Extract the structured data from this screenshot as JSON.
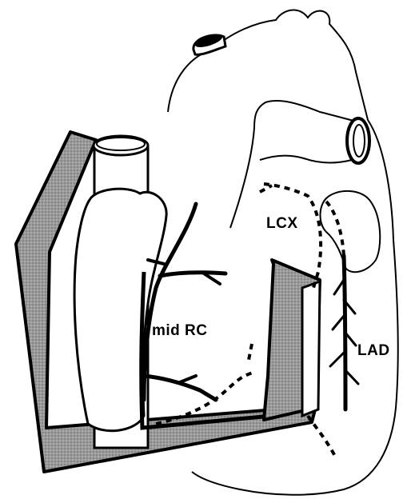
{
  "labels": {
    "lcx": "LCX",
    "mid_rc": "mid RC",
    "lad": "LAD"
  },
  "colors": {
    "line": "#000000",
    "shade": "#8a8a8a",
    "background": "#ffffff"
  }
}
